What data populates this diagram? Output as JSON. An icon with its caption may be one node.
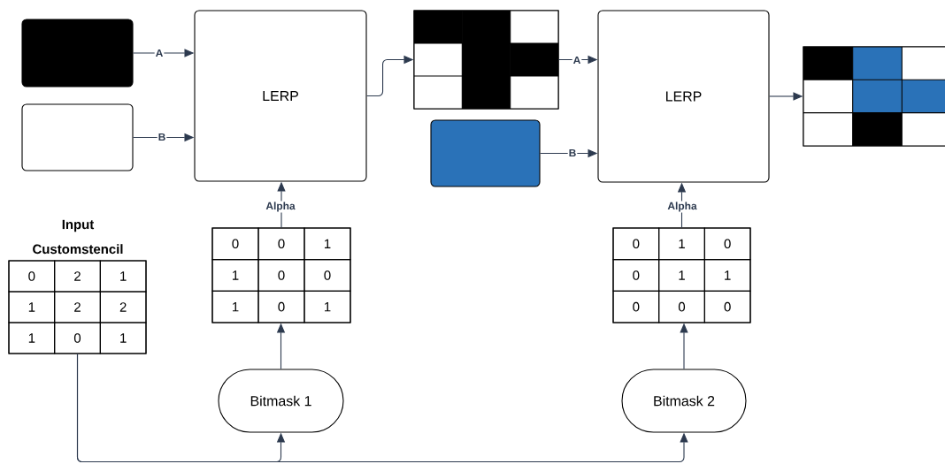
{
  "diagram": {
    "nodes": [
      {
        "text": [],
        "shape": "box"
      },
      {
        "text": [],
        "shape": "box"
      },
      {
        "text": [
          "LERP"
        ]
      },
      {
        "text": [],
        "shape": "grid"
      },
      {
        "text": [],
        "shape": "box"
      },
      {
        "text": [
          "LERP"
        ]
      },
      {
        "text": [],
        "shape": "grid"
      },
      {
        "text": [
          "Input Customstencil",
          "0",
          "2",
          "1",
          "1",
          "2",
          "2",
          "1",
          "0",
          "1"
        ]
      },
      {
        "text": [
          "0",
          "0",
          "1",
          "1",
          "0",
          "0",
          "1",
          "0",
          "1"
        ]
      },
      {
        "text": [
          "0",
          "1",
          "0",
          "0",
          "1",
          "1",
          "0",
          "0",
          "0"
        ]
      },
      {
        "text": [
          "Bitmask 1"
        ]
      },
      {
        "text": [
          "Bitmask 2"
        ]
      }
    ],
    "edges": [
      {
        "from": 0,
        "to": 2,
        "arrow": "to",
        "label": "A"
      },
      {
        "from": 1,
        "to": 2,
        "arrow": "to",
        "label": "B"
      },
      {
        "from": 2,
        "to": 3,
        "arrow": "to"
      },
      {
        "from": 3,
        "to": 5,
        "arrow": "to",
        "label": "A"
      },
      {
        "from": 4,
        "to": 5,
        "arrow": "to",
        "label": "B"
      },
      {
        "from": 5,
        "to": 6,
        "arrow": "to"
      },
      {
        "from": 8,
        "to": 2,
        "arrow": "to",
        "label": "Alpha"
      },
      {
        "from": 9,
        "to": 5,
        "arrow": "to",
        "label": "Alpha"
      },
      {
        "from": 10,
        "to": 8,
        "arrow": "to"
      },
      {
        "from": 11,
        "to": 9,
        "arrow": "to"
      },
      {
        "from": 7,
        "to": 10,
        "arrow": "to"
      },
      {
        "from": 7,
        "to": 11,
        "arrow": "to"
      }
    ]
  }
}
